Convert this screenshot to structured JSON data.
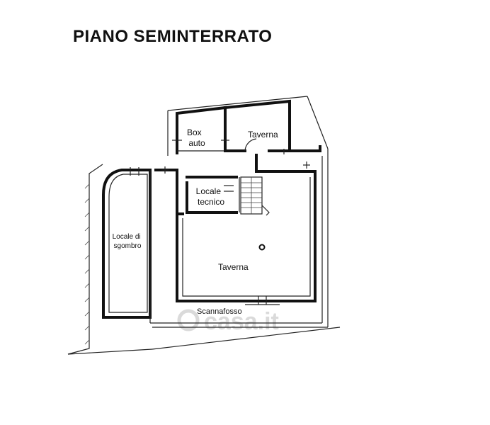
{
  "title": "PIANO SEMINTERRATO",
  "rooms": {
    "box_auto": [
      "Box",
      "auto"
    ],
    "taverna_upper": "Taverna",
    "locale_tecnico": [
      "Locale",
      "tecnico"
    ],
    "locale_sgombro": [
      "Locale di",
      "sgombro"
    ],
    "taverna_main": "Taverna",
    "scannafosso": "Scannafosso"
  },
  "watermark": "casa.it"
}
